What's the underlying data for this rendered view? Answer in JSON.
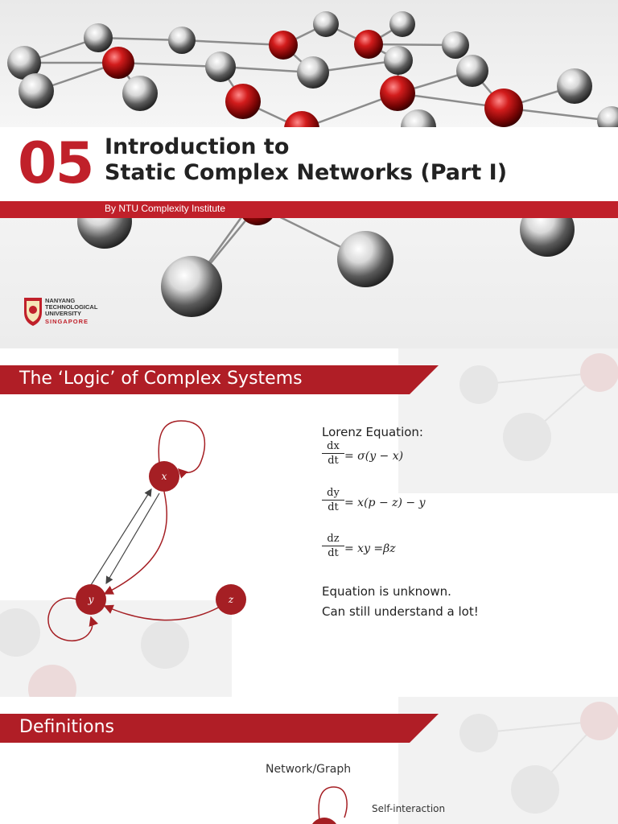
{
  "slide1": {
    "number": "05",
    "title_line1": "Introduction to",
    "title_line2": "Static Complex Networks (Part I)",
    "byline": "By NTU Complexity Institute",
    "logo": {
      "line1": "NANYANG",
      "line2": "TECHNOLOGICAL",
      "line3": "UNIVERSITY",
      "line4": "SINGAPORE"
    },
    "colors": {
      "accent": "#c0202a",
      "sphere_red": "#c0202a",
      "sphere_silver": "#cfcfcf"
    }
  },
  "slide2": {
    "banner": "The ‘Logic’ of Complex Systems",
    "equation_heading": "Lorenz Equation:",
    "equations": [
      {
        "num": "dx",
        "den": "dt",
        "rhs": "= σ(y − x)"
      },
      {
        "num": "dy",
        "den": "dt",
        "rhs": "= x(p − z) − y"
      },
      {
        "num": "dz",
        "den": "dt",
        "rhs": "= xy =βz"
      }
    ],
    "note_line1": "Equation is unknown.",
    "note_line2": "Can still understand a lot!",
    "graph_nodes": {
      "x": "x",
      "y": "y",
      "z": "z"
    }
  },
  "slide3": {
    "banner": "Definitions",
    "subtitle": "Network/Graph",
    "self_interaction_label": "Self-interaction"
  }
}
